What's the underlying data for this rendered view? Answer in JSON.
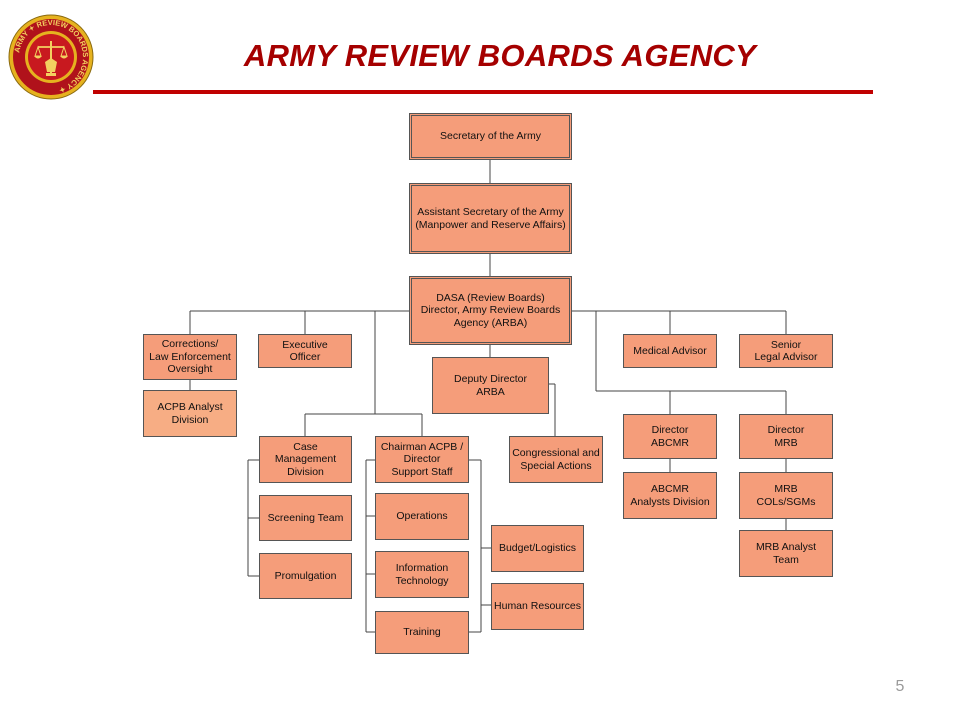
{
  "header": {
    "title": "ARMY REVIEW BOARDS AGENCY",
    "logo_text": "ARMY REVIEW BOARDS AGENCY"
  },
  "org_chart": {
    "secretary": "Secretary of the Army",
    "asa": "Assistant Secretary of the Army\n(Manpower and Reserve Affairs)",
    "dasa": "DASA (Review Boards)\nDirector, Army Review Boards\nAgency (ARBA)",
    "corrections": "Corrections/\nLaw Enforcement\nOversight",
    "acpb_analyst": "ACPB Analyst\nDivision",
    "executive_officer": "Executive\nOfficer",
    "deputy_director": "Deputy Director\nARBA",
    "medical_advisor": "Medical Advisor",
    "senior_legal": "Senior\nLegal Advisor",
    "case_management": "Case Management\nDivision",
    "screening_team": "Screening Team",
    "promulgation": "Promulgation",
    "chairman": "Chairman ACPB /\nDirector\nSupport Staff",
    "operations": "Operations",
    "information_technology": "Information\nTechnology",
    "training": "Training",
    "budget_logistics": "Budget/Logistics",
    "human_resources": "Human Resources",
    "congressional": "Congressional and\nSpecial Actions",
    "director_abcmr": "Director\nABCMR",
    "abcmr_analysts": "ABCMR\nAnalysts Division",
    "director_mrb": "Director\nMRB",
    "mrb_cols": "MRB\nCOLs/SGMs",
    "mrb_analyst": "MRB Analyst\nTeam"
  },
  "footer": {
    "page_number": "5"
  },
  "colors": {
    "title": "#a50000",
    "rule": "#c00000",
    "box_fill": "#f59d7a",
    "box_border": "#555555",
    "logo_red": "#b0121b",
    "logo_gold": "#e6b21f"
  }
}
